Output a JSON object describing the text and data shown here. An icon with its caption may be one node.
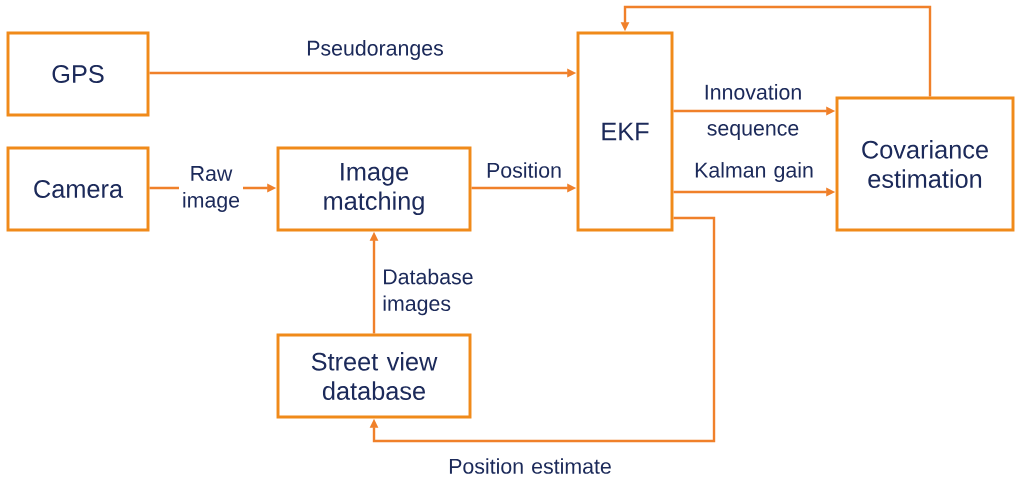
{
  "diagram": {
    "nodes": [
      {
        "text": [
          "GPS"
        ]
      },
      {
        "text": [
          "Camera"
        ]
      },
      {
        "text": [
          "Image matching"
        ]
      },
      {
        "text": [
          "Street view database"
        ]
      },
      {
        "text": [
          "EKF"
        ]
      },
      {
        "text": [
          "Covariance estimation"
        ]
      }
    ],
    "edges": [
      {
        "from": 0,
        "to": 4,
        "arrow": "to",
        "label": "Pseudoranges"
      },
      {
        "from": 1,
        "to": 2,
        "arrow": "to",
        "label": "Raw image"
      },
      {
        "from": 2,
        "to": 4,
        "arrow": "to",
        "label": "Position"
      },
      {
        "from": 3,
        "to": 2,
        "arrow": "to",
        "label": "Database images"
      },
      {
        "from": 4,
        "to": 5,
        "arrow": "to",
        "label": "Innovation sequence"
      },
      {
        "from": 4,
        "to": 5,
        "arrow": "to",
        "label": "Kalman gain"
      },
      {
        "from": 4,
        "to": 3,
        "arrow": "to",
        "label": "Position estimate"
      },
      {
        "from": 5,
        "to": 4,
        "arrow": "to"
      }
    ]
  }
}
